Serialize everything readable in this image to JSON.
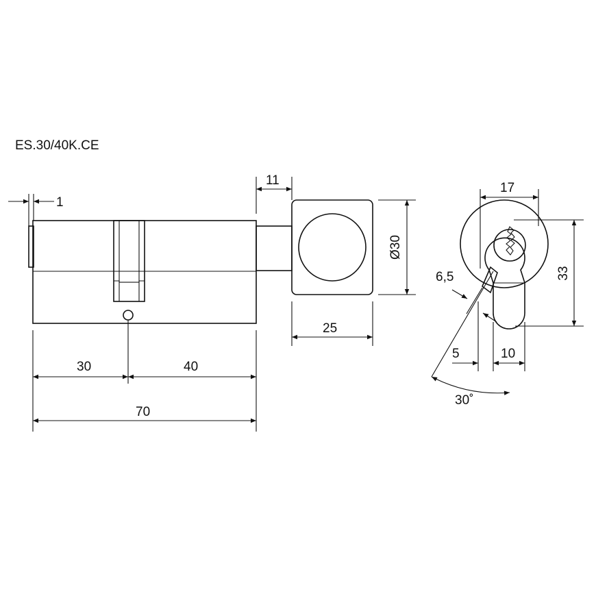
{
  "model_code": "ES.30/40K.CE",
  "dimensions": {
    "flange_offset": "1",
    "shaft_length": "11",
    "knob_diameter": "Ø30",
    "knob_length": "25",
    "left_length": "30",
    "right_length": "40",
    "total_length": "70",
    "profile_width": "17",
    "profile_height": "33",
    "cam_thickness": "6,5",
    "cam_offset": "5",
    "body_width": "10",
    "cam_angle": "30˚"
  }
}
